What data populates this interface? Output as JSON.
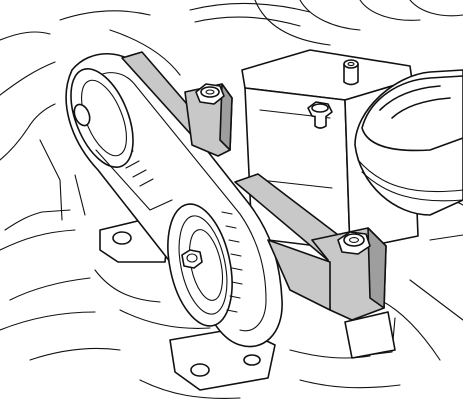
{
  "colors": {
    "background": "#ffffff",
    "line": "#111111",
    "tool_fill": "#c8c8c8",
    "part_fill": "#ffffff"
  },
  "parts": {
    "timing_belt": "timing-belt",
    "camshaft_sprocket": "camshaft-sprocket",
    "crankshaft_sprocket": "crankshaft-sprocket",
    "locking_tool_upper": "locking-tool-upper",
    "locking_tool_lower": "locking-tool-lower",
    "engine_block": "engine-block",
    "oil_filler_cap": "oil-filler-cap"
  }
}
